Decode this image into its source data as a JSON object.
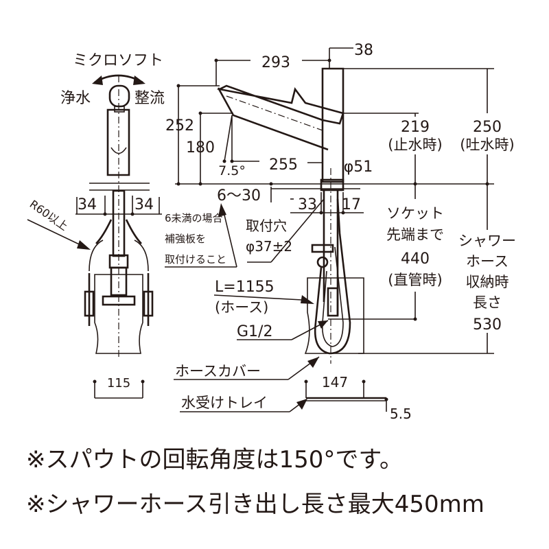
{
  "front_view": {
    "lever_label": "ミクロソフト",
    "left_mode": "浄水",
    "right_mode": "整流",
    "dim_left": "34",
    "dim_right": "34",
    "radius_note": "R60以上",
    "tray_width": "115"
  },
  "side_view": {
    "dim_spout_reach": "293",
    "dim_body": "38",
    "dim_total_height": "252",
    "dim_outlet_height": "180",
    "angle": "7.5°",
    "dim_255": "255",
    "dim_diameter": "φ51",
    "stop_height": "219",
    "stop_height_note": "(止水時)",
    "spout_height": "250",
    "spout_height_note": "(吐水時)",
    "counter_thickness": "6～30",
    "dim_33": "33",
    "dim_17": "17",
    "reinforce_note": [
      "6未満の場合",
      "補強板を",
      "取付けること"
    ],
    "hole_label": "取付穴",
    "hole_size": "φ37±2",
    "socket_note": [
      "ソケット",
      "先端まで",
      "440",
      "(直管時)"
    ],
    "hose_stored_note": [
      "シャワー",
      "ホース",
      "収納時",
      "長さ",
      "530"
    ],
    "hose_length": "L=1155",
    "hose_label": "(ホース)",
    "thread": "G1/2",
    "hose_cover": "ホースカバー",
    "tray_width": "147",
    "tray_label": "水受けトレイ",
    "tray_height": "5.5"
  },
  "notes": [
    "※スパウトの回転角度は150°です。",
    "※シャワーホース引き出し長さ最大450mm"
  ]
}
